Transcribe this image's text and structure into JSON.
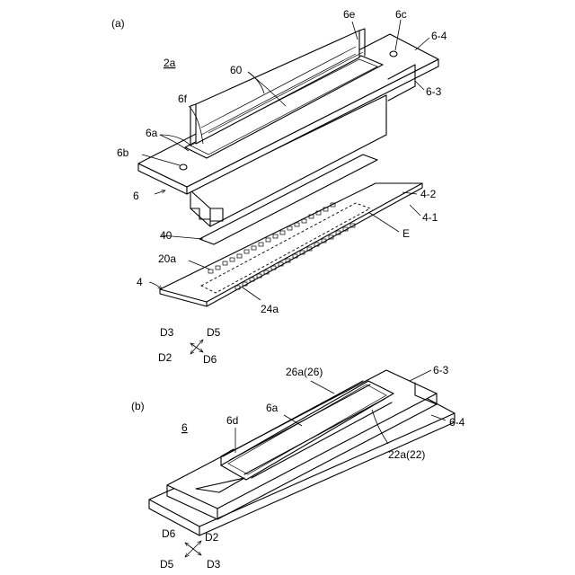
{
  "panel_a": {
    "caption": "(a)",
    "title": "2a",
    "labels": {
      "l6e": "6e",
      "l6c": "6c",
      "l6_4": "6-4",
      "l60": "60",
      "l6_3": "6-3",
      "l6f": "6f",
      "l6a": "6a",
      "l6b": "6b",
      "l6": "6",
      "l4_2": "4-2",
      "l4_1": "4-1",
      "l40": "40",
      "lE": "E",
      "l20a": "20a",
      "l4": "4",
      "l24a": "24a"
    },
    "directions": {
      "d3": "D3",
      "d5": "D5",
      "d2": "D2",
      "d6": "D6"
    }
  },
  "panel_b": {
    "caption": "(b)",
    "title": "6",
    "labels": {
      "l26a": "26a(26)",
      "l6_3": "6-3",
      "l6a": "6a",
      "l6d": "6d",
      "l6_4": "6-4",
      "l22a": "22a(22)"
    },
    "directions": {
      "d6": "D6",
      "d2": "D2",
      "d5": "D5",
      "d3": "D3"
    }
  }
}
